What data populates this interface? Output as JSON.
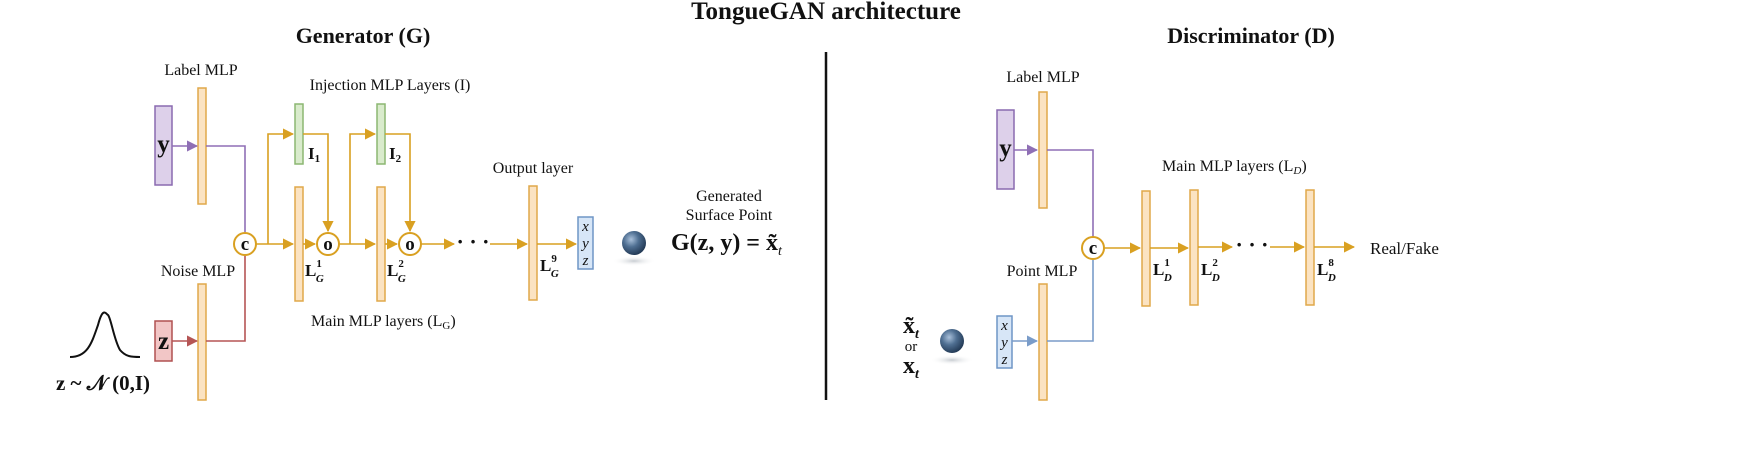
{
  "title": "TongueGAN architecture",
  "generator": {
    "heading": "Generator (G)",
    "label_mlp": "Label MLP",
    "noise_mlp": "Noise MLP",
    "injection_title": "Injection MLP Layers (I)",
    "injection_layers": [
      "I",
      "I"
    ],
    "injection_subs": [
      "1",
      "2"
    ],
    "main_title": "Main MLP layers (L",
    "main_title_sub": "G",
    "main_title_close": ")",
    "main_layers": [
      "L",
      "L",
      "L"
    ],
    "main_layer_subs": [
      "G",
      "G",
      "G"
    ],
    "main_layer_sups": [
      "1",
      "2",
      "9"
    ],
    "output_layer": "Output layer",
    "y_input": "y",
    "z_input": "z",
    "concat_node": "c",
    "op_nodes": [
      "o",
      "o"
    ],
    "ellipsis": "· · ·",
    "noise_dist": "z ~ 𝒩 (0,I)",
    "xyz": [
      "x",
      "y",
      "z"
    ],
    "generated_caption_line1": "Generated",
    "generated_caption_line2": "Surface Point",
    "equation": "G(z, y) = x̃",
    "equation_sub": "t"
  },
  "discriminator": {
    "heading": "Discriminator (D)",
    "label_mlp": "Label MLP",
    "point_mlp": "Point MLP",
    "main_title": "Main MLP layers (L",
    "main_title_sub": "D",
    "main_title_close": ")",
    "main_layers": [
      "L",
      "L",
      "L"
    ],
    "main_layer_subs": [
      "D",
      "D",
      "D"
    ],
    "main_layer_sups": [
      "1",
      "2",
      "8"
    ],
    "y_input": "y",
    "concat_node": "c",
    "ellipsis": "· · ·",
    "output": "Real/Fake",
    "xyz": [
      "x",
      "y",
      "z"
    ],
    "input_fake": "x̃",
    "input_or": "or",
    "input_real": "x",
    "input_sub": "t"
  },
  "colors": {
    "layer_fill": "#fbe3c2",
    "layer_stroke": "#e0a84a",
    "arrow": "#d9a021",
    "label_fill": "#ddd0ea",
    "label_stroke": "#8a6ab0",
    "label_line": "#8f6fb5",
    "noise_fill": "#f2c6c6",
    "noise_stroke": "#b05050",
    "noise_line": "#b55555",
    "inject_fill": "#d9ebcc",
    "inject_stroke": "#8cb772",
    "xyz_fill": "#d7e6f7",
    "xyz_stroke": "#6f95c6",
    "point_line": "#7a9cc9",
    "divider": "#111111"
  }
}
